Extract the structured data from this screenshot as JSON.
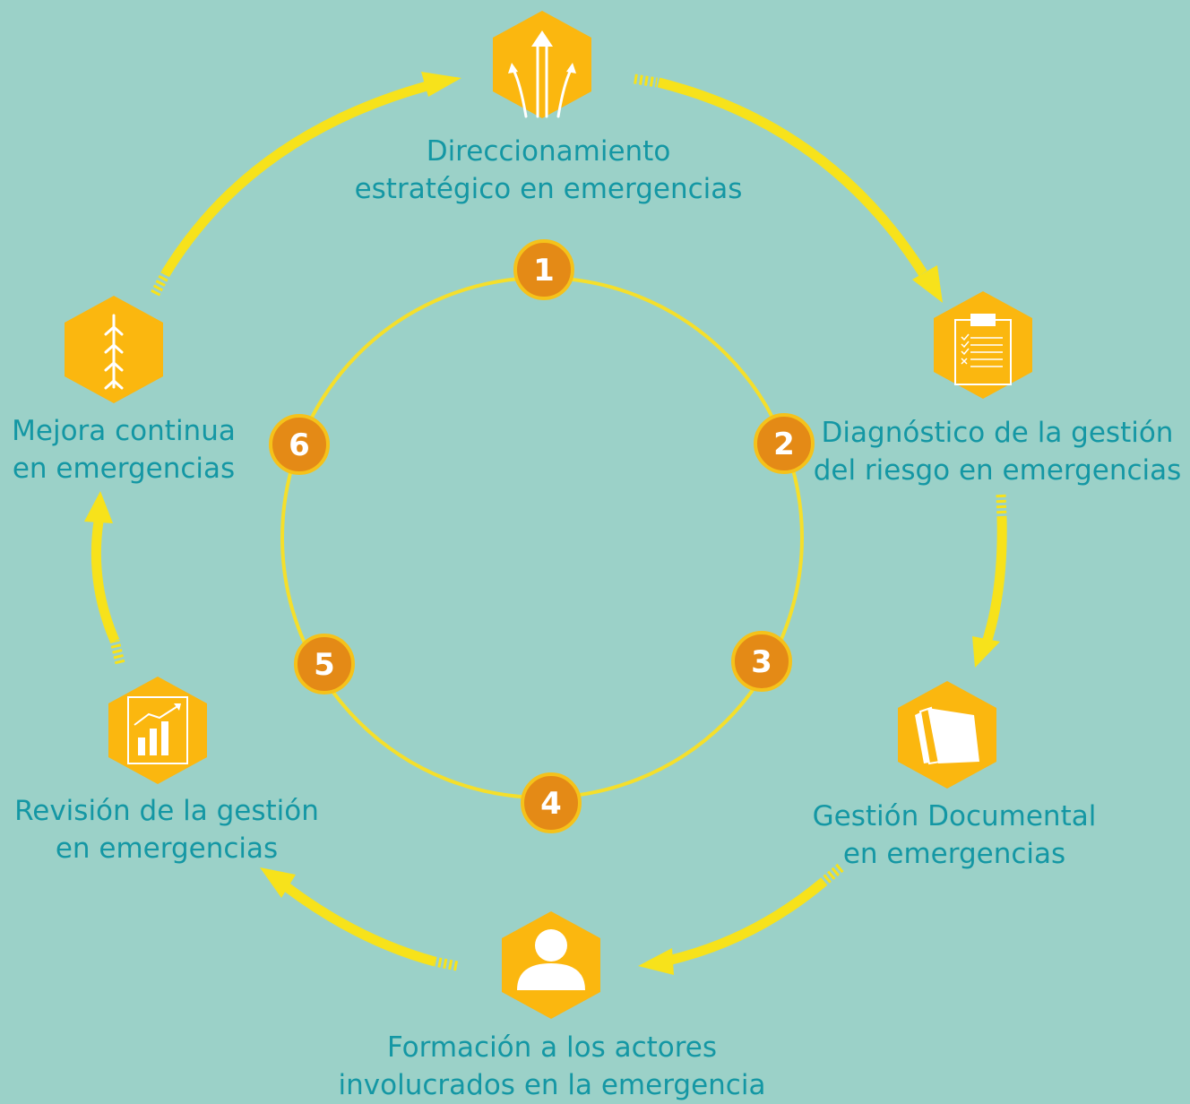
{
  "colors": {
    "background": "#9bd1c8",
    "ring": "#f5df2b",
    "arrow": "#f7e21b",
    "hexagon": "#fbb70f",
    "badge": "#e48a16",
    "badge_border": "#f5c21a",
    "label": "#1497a4"
  },
  "stages": [
    {
      "number": "1",
      "icon": "diverging-arrows-icon",
      "line1": "Direccionamiento",
      "line2": "estratégico en emergencias"
    },
    {
      "number": "2",
      "icon": "clipboard-checklist-icon",
      "line1": "Diagnóstico de la gestión",
      "line2": "del riesgo en emergencias"
    },
    {
      "number": "3",
      "icon": "documents-icon",
      "line1": "Gestión Documental",
      "line2": "en emergencias"
    },
    {
      "number": "4",
      "icon": "person-icon",
      "line1": "Formación a los actores",
      "line2": "involucrados en la emergencia"
    },
    {
      "number": "5",
      "icon": "bar-chart-icon",
      "line1": "Revisión de la gestión",
      "line2": "en emergencias"
    },
    {
      "number": "6",
      "icon": "chevrons-up-icon",
      "line1": "Mejora continua",
      "line2": "en emergencias"
    }
  ]
}
